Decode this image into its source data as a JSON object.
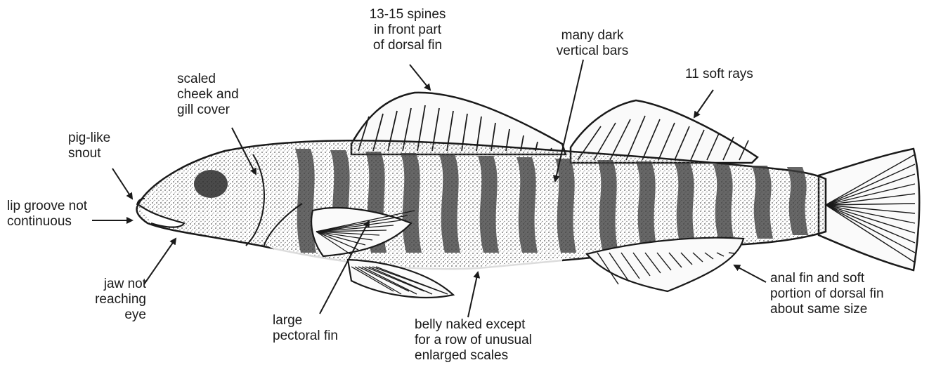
{
  "labels": {
    "spines": [
      "13-15 spines",
      "in front part",
      "of dorsal fin"
    ],
    "bars": [
      "many dark",
      "vertical bars"
    ],
    "soft_rays": [
      "11 soft rays"
    ],
    "cheek": [
      "scaled",
      "cheek and",
      "gill cover"
    ],
    "snout": [
      "pig-like",
      "snout"
    ],
    "lip": [
      "lip groove not",
      "continuous"
    ],
    "jaw": [
      "jaw not",
      "reaching",
      "eye"
    ],
    "pectoral": [
      "large",
      "pectoral fin"
    ],
    "belly": [
      "belly naked except",
      "for a row of unusual",
      "enlarged scales"
    ],
    "anal": [
      "anal fin and soft",
      "portion of dorsal fin",
      "about same size"
    ]
  },
  "colors": {
    "ink": "#1a1a1a",
    "background": "#ffffff",
    "fish_fill": "#f2f2f2",
    "stipple": "#6b6b6b",
    "bar": "#4a4a4a"
  }
}
